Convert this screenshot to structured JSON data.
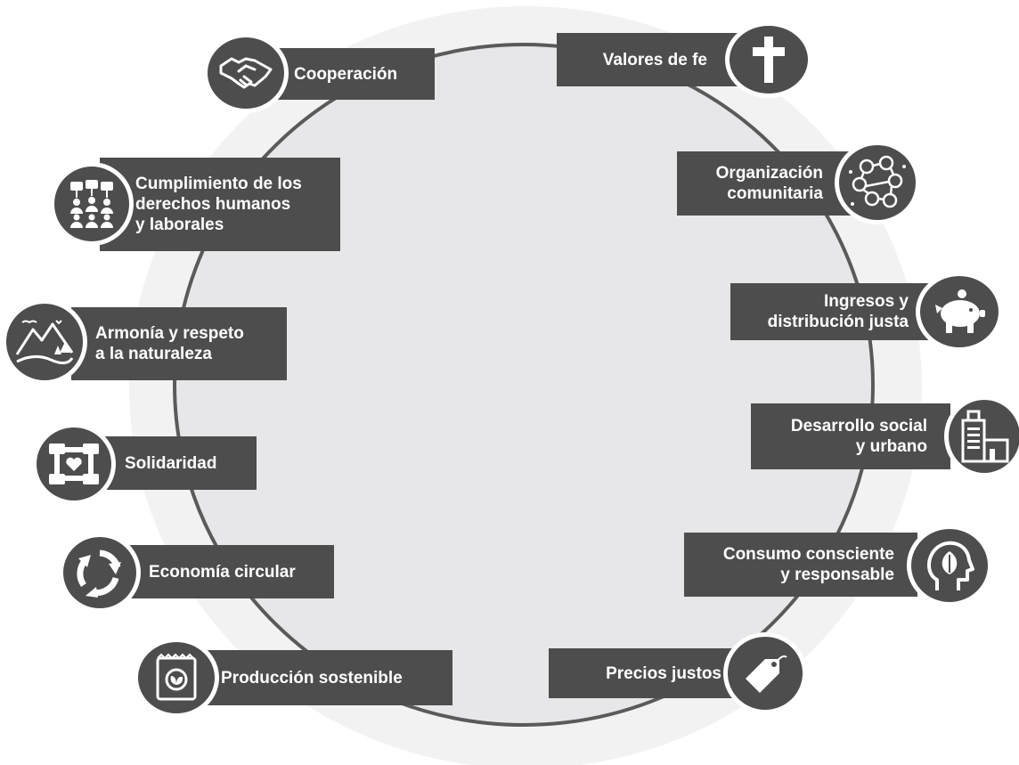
{
  "colors": {
    "dark": "#4d4d4d",
    "circle_fill": "#e7e7e9",
    "outer_glow": "#f2f2f3",
    "ring": "#5a5a5a",
    "text": "#ffffff"
  },
  "items": {
    "cooperacion": {
      "lines": [
        "Cooperación"
      ],
      "icon": "handshake-icon"
    },
    "derechos": {
      "lines": [
        "Cumplimiento de los",
        "derechos humanos",
        "y laborales"
      ],
      "icon": "protest-crowd-icon"
    },
    "armonia": {
      "lines": [
        "Armonía y respeto",
        "a la naturaleza"
      ],
      "icon": "mountain-landscape-icon"
    },
    "solidaridad": {
      "lines": [
        "Solidaridad"
      ],
      "icon": "joined-hands-heart-icon"
    },
    "economia": {
      "lines": [
        "Economía circular"
      ],
      "icon": "recycle-arrows-icon"
    },
    "produccion": {
      "lines": [
        "Producción sostenible"
      ],
      "icon": "eco-package-icon"
    },
    "valores": {
      "lines": [
        "Valores de fe"
      ],
      "icon": "cross-icon"
    },
    "organizacion": {
      "lines": [
        "Organización",
        "comunitaria"
      ],
      "icon": "community-network-icon"
    },
    "ingresos": {
      "lines": [
        "Ingresos y",
        "distribución justa"
      ],
      "icon": "piggy-bank-icon"
    },
    "desarrollo": {
      "lines": [
        "Desarrollo social",
        "y urbano"
      ],
      "icon": "buildings-icon"
    },
    "consumo": {
      "lines": [
        "Consumo consciente",
        "y responsable"
      ],
      "icon": "head-leaf-icon"
    },
    "precios": {
      "lines": [
        "Precios justos"
      ],
      "icon": "price-tag-icon"
    }
  }
}
